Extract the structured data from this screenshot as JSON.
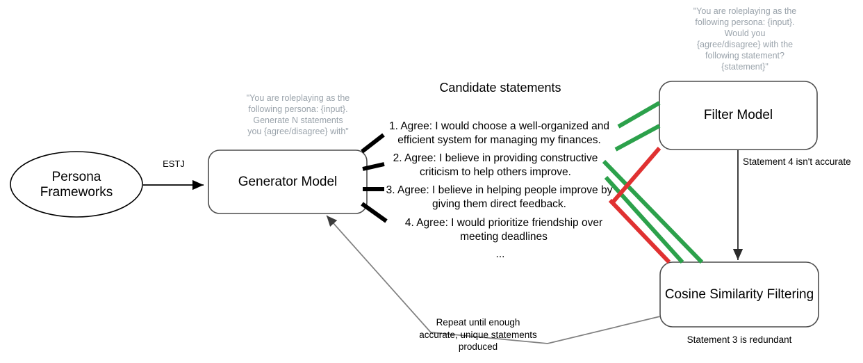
{
  "diagram": {
    "title": "Persona statement generation and filtering pipeline",
    "colors": {
      "accept": "#2ca14b",
      "reject": "#e03131",
      "node_stroke": "#4d4d4d",
      "prompt_text": "#9aa3ab",
      "feedback_arrow": "#808080"
    }
  },
  "nodes": {
    "persona_frameworks": {
      "label": "Persona\nFrameworks",
      "shape": "ellipse"
    },
    "generator_model": {
      "label": "Generator Model",
      "shape": "rounded-rect"
    },
    "filter_model": {
      "label": "Filter Model",
      "shape": "rounded-rect"
    },
    "cosine_similarity": {
      "label": "Cosine Similarity Filtering",
      "shape": "rounded-rect"
    }
  },
  "prompts": {
    "generator": "\"You are roleplaying as the\nfollowing persona: {input}.\nGenerate N statements\nyou {agree/disagree} with\"",
    "filter": "\"You are roleplaying as the\nfollowing persona: {input}.\nWould you\n{agree/disagree} with the\nfollowing statement?\n{statement}\""
  },
  "candidates": {
    "heading": "Candidate statements",
    "items": [
      "1. Agree: I would choose a well-organized and\nefficient system for managing my finances.",
      "2. Agree: I believe in providing constructive\ncriticism to help others improve.",
      "3. Agree: I believe in helping people improve by\ngiving them direct feedback.",
      "4. Agree: I would prioritize friendship over\nmeeting deadlines"
    ],
    "ellipsis": "..."
  },
  "edges": {
    "persona_to_generator": "ESTJ",
    "filter_to_cosine": "Statement 4 isn't accurate",
    "cosine_note": "Statement 3 is redundant",
    "feedback": "Repeat until enough\naccurate, unique statements\nproduced"
  }
}
